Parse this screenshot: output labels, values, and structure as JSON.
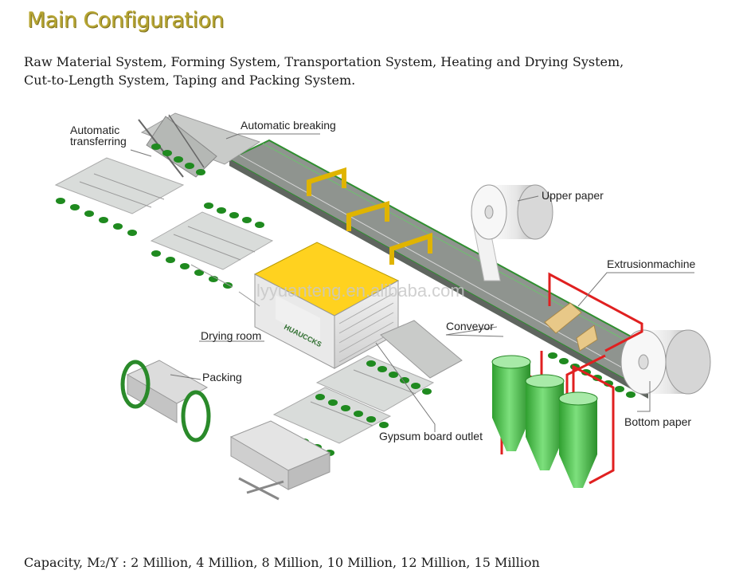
{
  "header": {
    "title": "Main Configuration",
    "systems_line1": "Raw Material System, Forming System, Transportation System, Heating and Drying System,",
    "systems_line2": "Cut-to-Length System, Taping and Packing System."
  },
  "diagram": {
    "labels": {
      "automatic_transferring_1": "Automatic",
      "automatic_transferring_2": "transferring",
      "automatic_breaking": "Automatic breaking",
      "upper_paper": "Upper paper",
      "extrusion_machine": "Extrusionmachine",
      "conveyor": "Conveyor",
      "drying_room": "Drying room",
      "packing": "Packing",
      "gypsum_board_outlet": "Gypsum board outlet",
      "bottom_paper": "Bottom paper"
    },
    "watermark": "lyyuanteng.en.alibaba.com",
    "brand_text": "HUAUCCKS",
    "colors": {
      "belt": "#8a8f8a",
      "belt_edge": "#2f8f2f",
      "roller": "#1f8a1f",
      "board": "#d9dcda",
      "gantry": "#e0b400",
      "pipe": "#e02020",
      "tank": "#5cd35c",
      "drying_top": "#ffd21f",
      "title_color": "#b5a432"
    }
  },
  "footer": {
    "capacity_prefix": "Capacity, M",
    "capacity_sub": "2",
    "capacity_rest": "/Y : 2 Million, 4 Million, 8 Million, 10 Million, 12 Million, 15 Million"
  }
}
